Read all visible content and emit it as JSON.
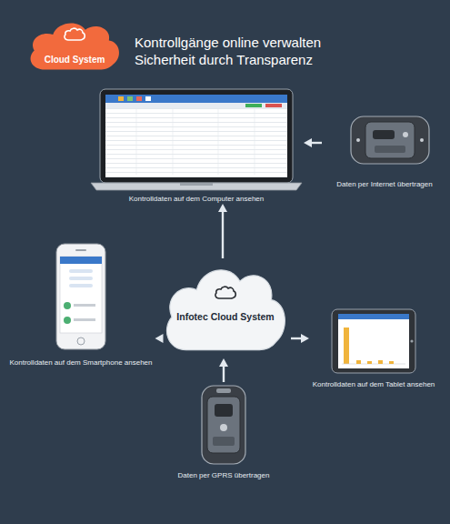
{
  "diagram": {
    "title": "Kontrollgänge online verwalten Sicherheit durch Transparenz",
    "nodes": [
      {
        "text": [
          "Cloud System"
        ]
      },
      {
        "text": [
          "Kontrolldaten auf dem Computer ansehen"
        ]
      },
      {
        "text": [
          "Daten per Internet übertragen"
        ]
      },
      {
        "text": [
          "Infotec Cloud System"
        ]
      },
      {
        "text": [
          "Kontrolldaten auf dem Smartphone ansehen"
        ]
      },
      {
        "text": [
          "Kontrolldaten auf dem Tablet ansehen"
        ]
      },
      {
        "text": [
          "Daten per GPRS übertragen"
        ]
      }
    ],
    "edges": [
      {
        "from": 2,
        "to": 1,
        "arrow": "to"
      },
      {
        "from": 3,
        "to": 1,
        "arrow": "to"
      },
      {
        "from": 3,
        "to": 4,
        "arrow": "to"
      },
      {
        "from": 3,
        "to": 5,
        "arrow": "to"
      },
      {
        "from": 6,
        "to": 3,
        "arrow": "to"
      }
    ]
  }
}
